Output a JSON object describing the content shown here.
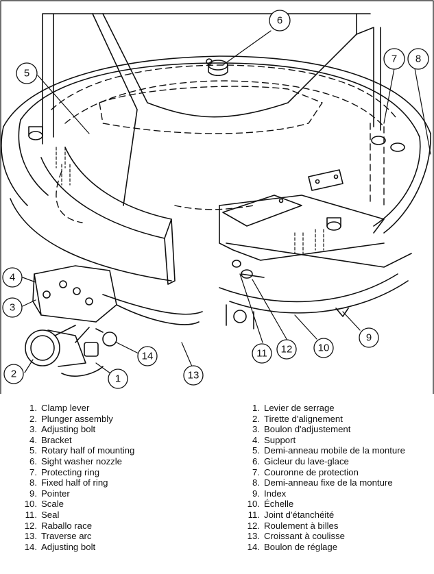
{
  "callouts": [
    "1",
    "2",
    "3",
    "4",
    "5",
    "6",
    "7",
    "8",
    "9",
    "10",
    "11",
    "12",
    "13",
    "14"
  ],
  "legend_en": [
    {
      "num": "1.",
      "text": "Clamp lever"
    },
    {
      "num": "2.",
      "text": "Plunger assembly"
    },
    {
      "num": "3.",
      "text": "Adjusting bolt"
    },
    {
      "num": "4.",
      "text": "Bracket"
    },
    {
      "num": "5.",
      "text": "Rotary half of mounting"
    },
    {
      "num": "6.",
      "text": "Sight washer nozzle"
    },
    {
      "num": "7.",
      "text": "Protecting ring"
    },
    {
      "num": "8.",
      "text": "Fixed half of ring"
    },
    {
      "num": "9.",
      "text": "Pointer"
    },
    {
      "num": "10.",
      "text": "Scale"
    },
    {
      "num": "11.",
      "text": "Seal"
    },
    {
      "num": "12.",
      "text": "Raballo race"
    },
    {
      "num": "13.",
      "text": "Traverse arc"
    },
    {
      "num": "14.",
      "text": "Adjusting bolt"
    }
  ],
  "legend_fr": [
    {
      "num": "1.",
      "text": "Levier de serrage"
    },
    {
      "num": "2.",
      "text": "Tirette d'alignement"
    },
    {
      "num": "3.",
      "text": "Boulon d'adjustement"
    },
    {
      "num": "4.",
      "text": "Support"
    },
    {
      "num": "5.",
      "text": "Demi-anneau mobile de la monture"
    },
    {
      "num": "6.",
      "text": "Gicleur du lave-glace"
    },
    {
      "num": "7.",
      "text": "Couronne de protection"
    },
    {
      "num": "8.",
      "text": "Demi-anneau fixe de la monture"
    },
    {
      "num": "9.",
      "text": "Index"
    },
    {
      "num": "10.",
      "text": "Échelle"
    },
    {
      "num": "11.",
      "text": "Joint d'étanchéité"
    },
    {
      "num": "12.",
      "text": "Roulement à billes"
    },
    {
      "num": "13.",
      "text": "Croissant à coulisse"
    },
    {
      "num": "14.",
      "text": "Boulon de réglage"
    }
  ]
}
